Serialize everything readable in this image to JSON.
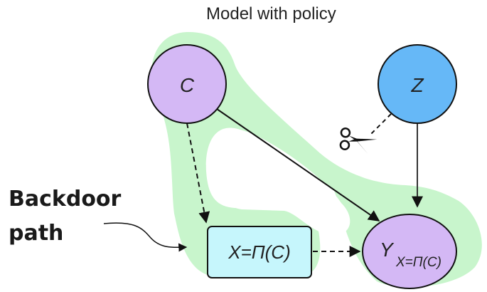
{
  "title": "Model with policy",
  "annotation": {
    "line1": "Backdoor",
    "line2": "path"
  },
  "nodes": {
    "c": {
      "label": "C",
      "fill": "#d4b8f5"
    },
    "z": {
      "label": "Z",
      "fill": "#66b8f7"
    },
    "x": {
      "label": "X=Π(C)",
      "fill": "#c6f6fc"
    },
    "y": {
      "label": "Y",
      "subscript": "X=Π(C)",
      "fill": "#d4b8f5"
    }
  },
  "edges": [
    {
      "from": "C",
      "to": "X",
      "style": "dashed"
    },
    {
      "from": "C",
      "to": "Y",
      "style": "solid"
    },
    {
      "from": "Z",
      "to": "scissors",
      "style": "dashed",
      "note": "cut"
    },
    {
      "from": "Z",
      "to": "Y",
      "style": "solid"
    },
    {
      "from": "X",
      "to": "Y",
      "style": "dashed"
    }
  ],
  "highlight": {
    "color": "#c8f5cc",
    "meaning": "backdoor path"
  },
  "icons": {
    "scissors": "scissors-icon"
  }
}
